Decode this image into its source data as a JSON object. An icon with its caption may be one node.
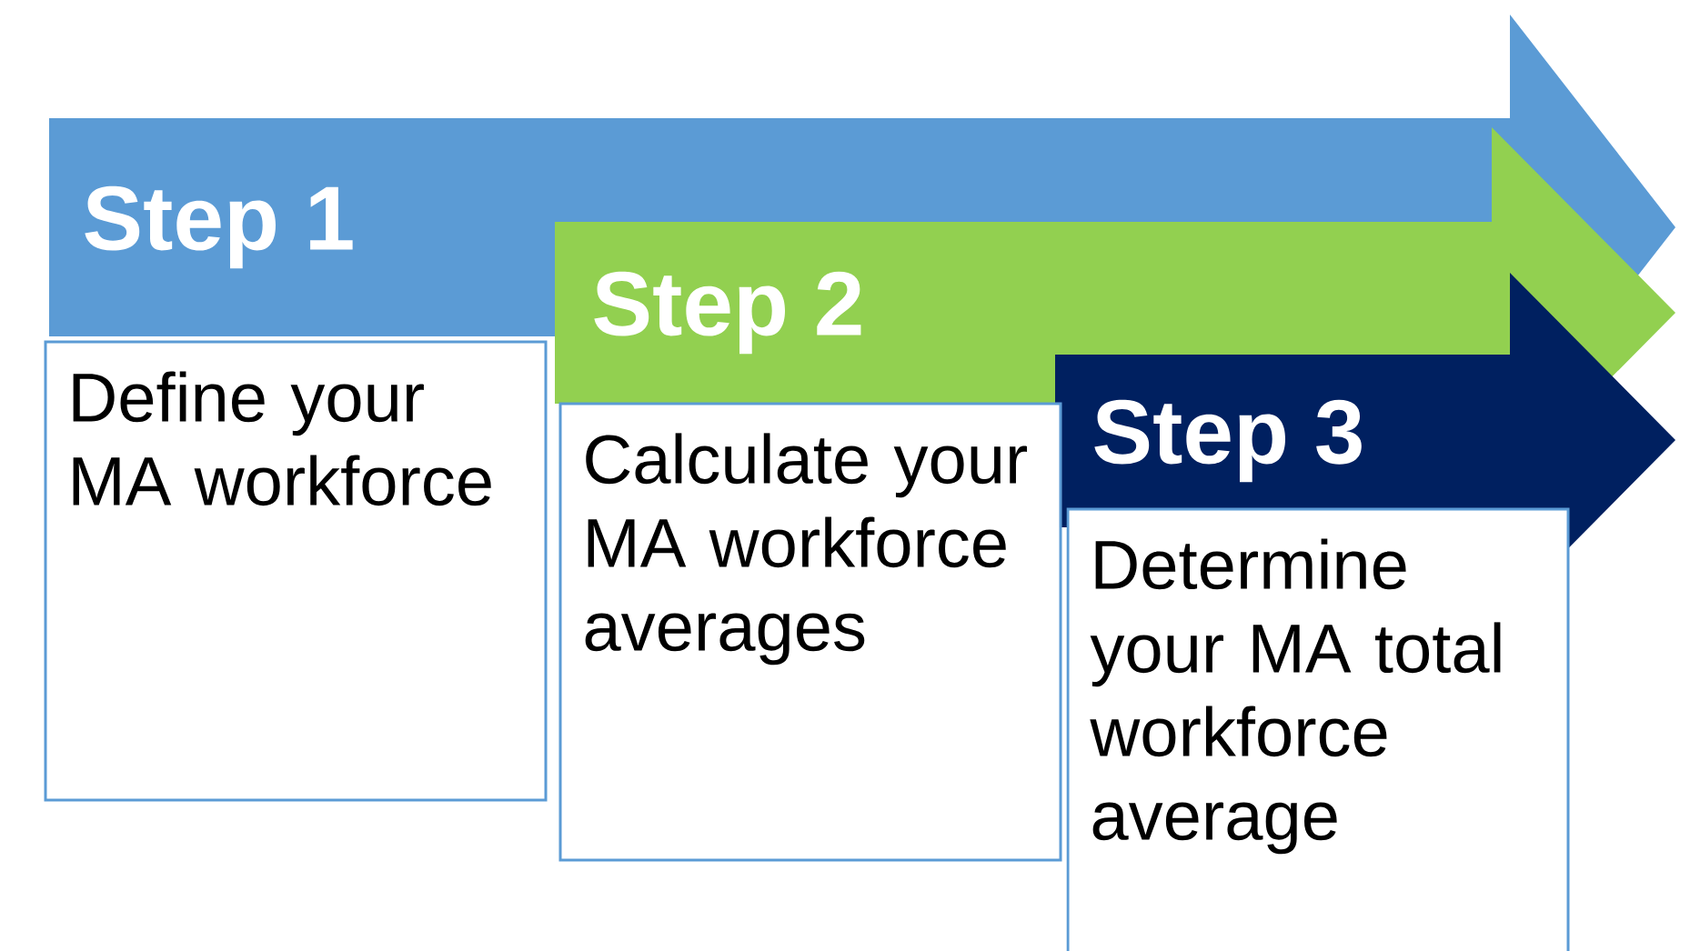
{
  "diagram": {
    "nodes": [
      {
        "text": [
          "Step 1"
        ]
      },
      {
        "text": [
          "Define your MA workforce"
        ]
      },
      {
        "text": [
          "Step 2"
        ]
      },
      {
        "text": [
          "Calculate your MA workforce averages"
        ]
      },
      {
        "text": [
          "Step 3"
        ]
      },
      {
        "text": [
          "Determine your MA total workforce average"
        ]
      }
    ]
  }
}
